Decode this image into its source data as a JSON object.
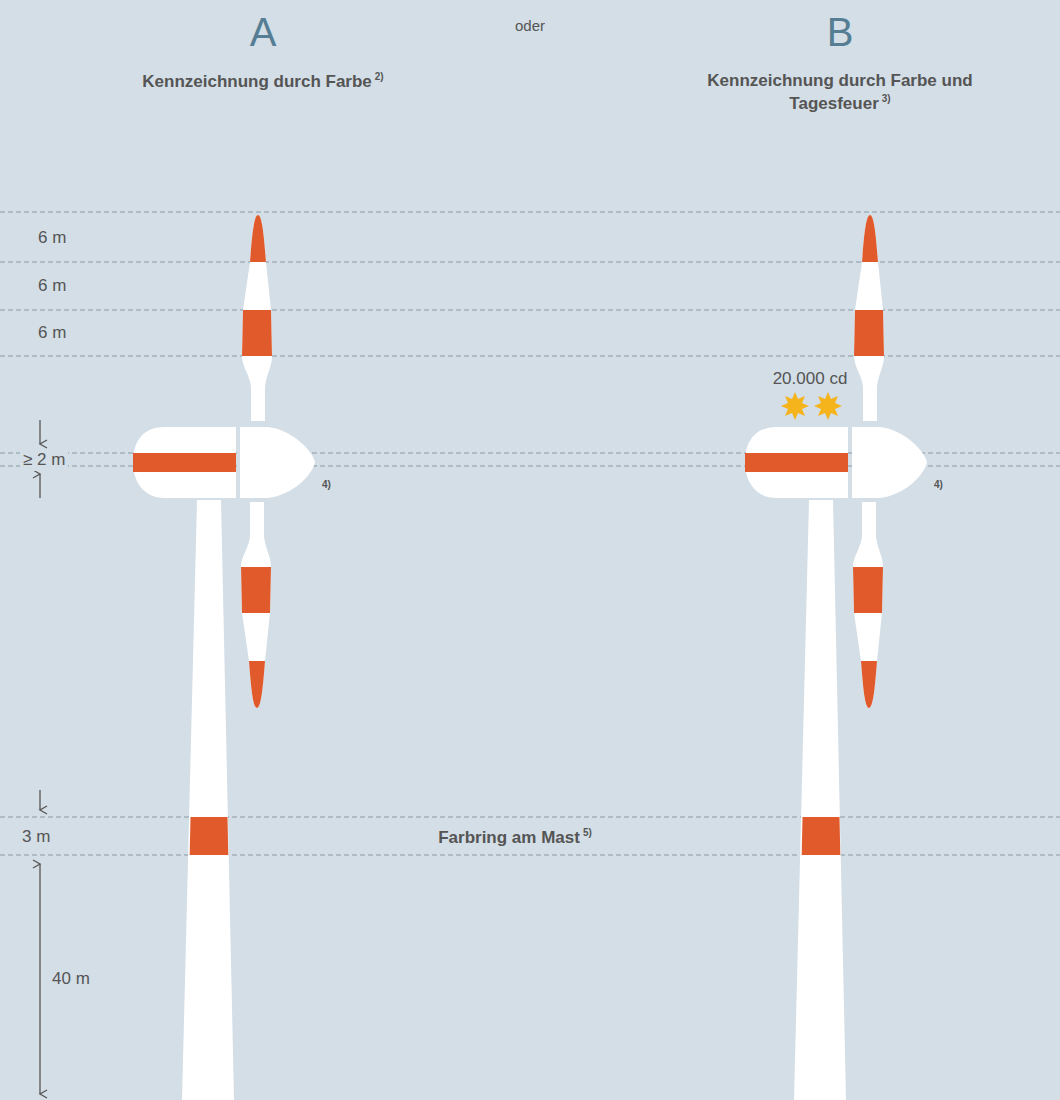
{
  "diagram": {
    "labels": [
      "A",
      "oder",
      "B",
      "Kennzeichnung durch Farbe",
      "2)",
      "Kennzeichnung durch Farbe und Tagesfeuer",
      "3)",
      "6 m",
      "6 m",
      "6 m",
      "20.000 cd",
      "≥ 2 m",
      "4)",
      "4)",
      "3 m",
      "Farbring am Mast",
      "5)",
      "40 m"
    ]
  }
}
